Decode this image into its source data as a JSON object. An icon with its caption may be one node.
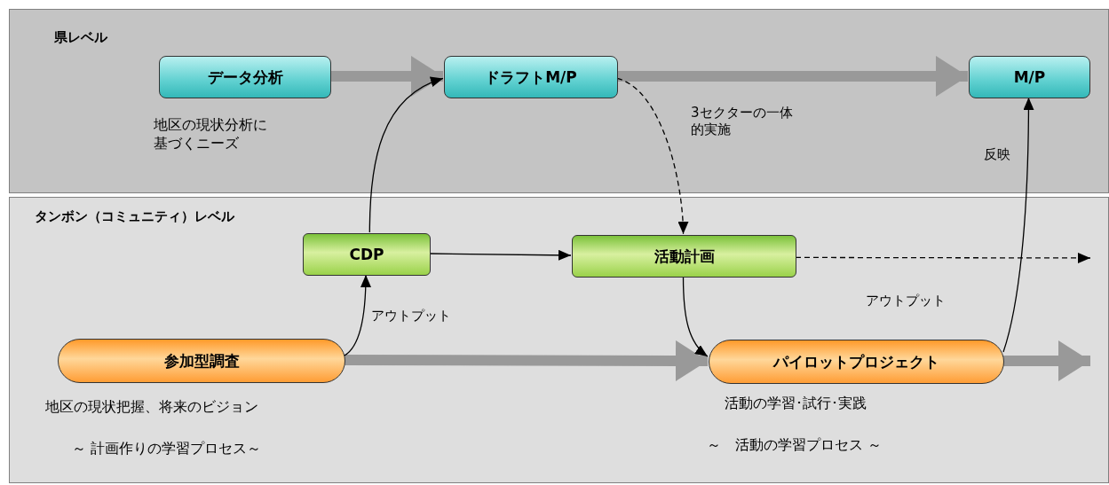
{
  "diagram": {
    "nodes": [
      {
        "text": [
          "県レベル"
        ]
      },
      {
        "text": [
          "タンボン（コミュニティ）レベル"
        ]
      },
      {
        "text": [
          "データ分析"
        ],
        "in": 0,
        "beside": [
          "地区の現状分析に基づくニーズ"
        ]
      },
      {
        "text": [
          "ドラフトM/P"
        ],
        "in": 0
      },
      {
        "text": [
          "M/P"
        ],
        "in": 0
      },
      {
        "text": [
          "CDP"
        ],
        "in": 1
      },
      {
        "text": [
          "活動計画"
        ],
        "in": 1
      },
      {
        "text": [
          "参加型調査"
        ],
        "in": 1,
        "beside": [
          "地区の現状把握、将来のビジョン",
          "～ 計画作りの学習プロセス～"
        ]
      },
      {
        "text": [
          "パイロットプロジェクト"
        ],
        "in": 1,
        "beside": [
          "活動の学習･試行･実践",
          "～　活動の学習プロセス ～"
        ]
      }
    ],
    "edges": [
      {
        "from": 2,
        "to": 3,
        "arrow": "to",
        "style": "thick",
        "color": "#999999"
      },
      {
        "from": 3,
        "to": 4,
        "arrow": "to",
        "style": "thick",
        "color": "#999999"
      },
      {
        "from": 7,
        "to": 8,
        "arrow": "to",
        "style": "thick",
        "color": "#999999"
      },
      {
        "from": 8,
        "to": null,
        "arrow": "to",
        "style": "thick",
        "color": "#999999"
      },
      {
        "from": 7,
        "to": 5,
        "arrow": "to",
        "label": "アウトプット"
      },
      {
        "from": 5,
        "to": 3,
        "arrow": "to"
      },
      {
        "from": 5,
        "to": 6,
        "arrow": "to"
      },
      {
        "from": 3,
        "to": 6,
        "arrow": "to",
        "style": "dashed",
        "label": "3セクターの一体的実施"
      },
      {
        "from": 6,
        "to": 8,
        "arrow": "to"
      },
      {
        "from": 6,
        "to": null,
        "arrow": "to",
        "style": "dashed",
        "label": "アウトプット"
      },
      {
        "from": 8,
        "to": 4,
        "arrow": "to",
        "label": "反映"
      }
    ]
  }
}
